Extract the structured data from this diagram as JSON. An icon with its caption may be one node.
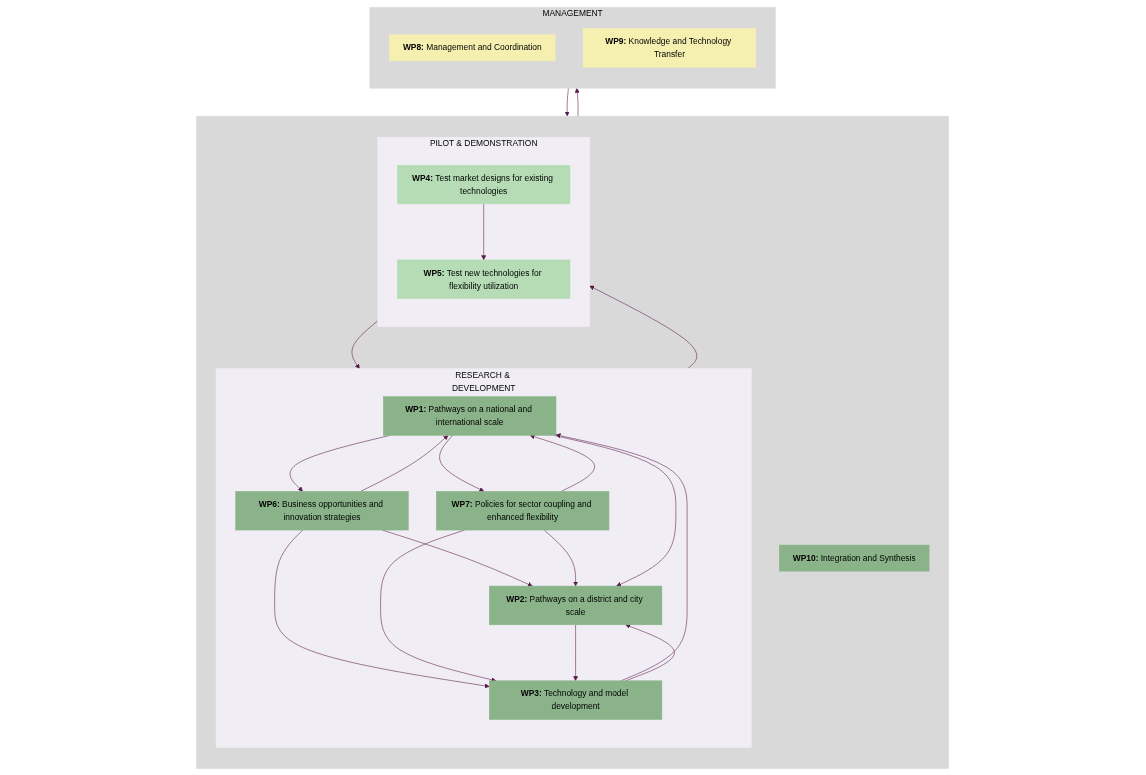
{
  "diagram": {
    "nodes": [
      {
        "text": [],
        "shape": "box"
      },
      {
        "text": [
          "RESEARCH & DEVELOPMENT"
        ],
        "in": 0
      },
      {
        "text": [
          "**WP1:** Pathways on a national and international scale"
        ],
        "in": 1
      },
      {
        "text": [
          "**WP2:** Pathways on a district and city scale"
        ],
        "in": 1
      },
      {
        "text": [
          "**WP3:** Technology and model development"
        ],
        "in": 1
      },
      {
        "text": [
          "**WP6:** Business opportunities and innovation strategies"
        ],
        "in": 1
      },
      {
        "text": [
          "**WP7:** Policies for sector coupling and enhanced flexibility"
        ],
        "in": 1
      },
      {
        "text": [
          "PILOT & DEMONSTRATION"
        ],
        "in": 0
      },
      {
        "text": [
          "**WP4:** Test market designs for existing technologies"
        ],
        "in": 7
      },
      {
        "text": [
          "**WP5:** Test new technologies for flexibility utilization"
        ],
        "in": 7
      },
      {
        "text": [
          "**WP10:** Integration and Synthesis"
        ],
        "in": 0
      },
      {
        "text": [
          "MANAGEMENT"
        ]
      },
      {
        "text": [
          "**WP8:** Management and Coordination"
        ],
        "in": 11
      },
      {
        "text": [
          "**WP9:** Knowledge and Technology Transfer"
        ],
        "in": 11
      }
    ],
    "edges": [
      {
        "from": 2,
        "to": 5,
        "arrow": "to"
      },
      {
        "from": 2,
        "to": 6,
        "arrow": "to"
      },
      {
        "from": 5,
        "to": 2,
        "arrow": "to"
      },
      {
        "from": 6,
        "to": 2,
        "arrow": "to"
      },
      {
        "from": 5,
        "to": 3,
        "arrow": "to"
      },
      {
        "from": 6,
        "to": 3,
        "arrow": "to"
      },
      {
        "from": 5,
        "to": 4,
        "arrow": "to"
      },
      {
        "from": 6,
        "to": 4,
        "arrow": "to"
      },
      {
        "from": 2,
        "to": 3,
        "arrow": "to"
      },
      {
        "from": 3,
        "to": 4,
        "arrow": "to"
      },
      {
        "from": 4,
        "to": 2,
        "arrow": "to"
      },
      {
        "from": 4,
        "to": 3,
        "arrow": "to"
      },
      {
        "from": 1,
        "to": 7,
        "arrow": "to"
      },
      {
        "from": 7,
        "to": 1,
        "arrow": "to"
      },
      {
        "from": 8,
        "to": 9,
        "arrow": "to"
      },
      {
        "from": 11,
        "to": 0,
        "arrow": "to"
      },
      {
        "from": 0,
        "to": 11,
        "arrow": "to"
      }
    ]
  }
}
